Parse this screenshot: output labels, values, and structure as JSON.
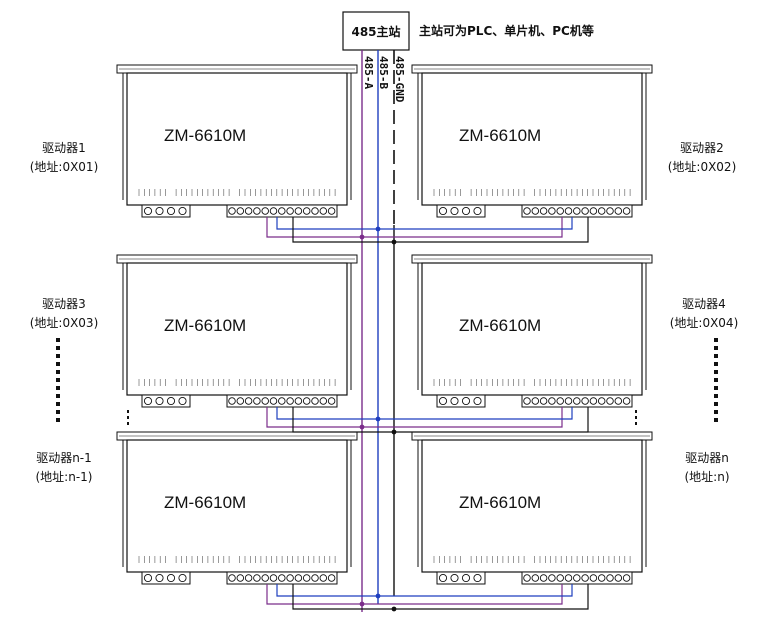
{
  "master": {
    "label": "485主站",
    "note": "主站可为PLC、单片机、PC机等"
  },
  "bus": {
    "a": "485-A",
    "b": "485-B",
    "gnd": "485-GND"
  },
  "colors": {
    "line_a": "#7b2d8b",
    "line_b": "#1f3fbf",
    "line_gnd": "#111111"
  },
  "drivers": [
    {
      "model": "ZM-6610M",
      "name": "驱动器1",
      "address": "(地址:0X01)"
    },
    {
      "model": "ZM-6610M",
      "name": "驱动器2",
      "address": "(地址:0X02)"
    },
    {
      "model": "ZM-6610M",
      "name": "驱动器3",
      "address": "(地址:0X03)"
    },
    {
      "model": "ZM-6610M",
      "name": "驱动器4",
      "address": "(地址:0X04)"
    },
    {
      "model": "ZM-6610M",
      "name": "驱动器n-1",
      "address": "(地址:n-1)"
    },
    {
      "model": "ZM-6610M",
      "name": "驱动器n",
      "address": "(地址:n)"
    }
  ]
}
